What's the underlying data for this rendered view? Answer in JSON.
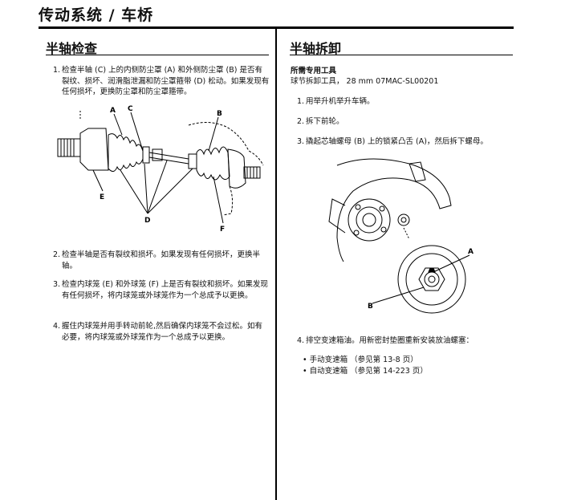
{
  "header": {
    "title": "传动系统 / 车桥"
  },
  "left": {
    "title": "半轴检查",
    "steps": [
      {
        "num": "1.",
        "text": "检查半轴 (C) 上的内侧防尘罩 (A) 和外侧防尘罩 (B) 是否有裂纹、损坏、润滑脂泄漏和防尘罩箍带 (D) 松动。如果发现有任何损坏，更换防尘罩和防尘罩箍带。"
      },
      {
        "num": "2.",
        "text": "检查半轴是否有裂纹和损坏。如果发现有任何损坏，更换半轴。"
      },
      {
        "num": "3.",
        "text": "检查内球笼 (E) 和外球笼 (F) 上是否有裂纹和损坏。如果发现有任何损坏，将内球笼或外球笼作为一个总成予以更换。"
      },
      {
        "num": "4.",
        "text": "握住内球笼并用手转动前轮,然后确保内球笼不会过松。如有必要，将内球笼或外球笼作为一个总成予以更换。"
      }
    ],
    "figure_labels": {
      "a": "A",
      "b": "B",
      "c": "C",
      "d": "D",
      "e": "E",
      "f": "F"
    }
  },
  "right": {
    "title": "半轴拆卸",
    "tools_heading": "所需专用工具",
    "tools_item": "球节拆卸工具， 28 mm 07MAC-SL00201",
    "steps": [
      {
        "num": "1.",
        "text": "用举升机举升车辆。"
      },
      {
        "num": "2.",
        "text": "拆下前轮。"
      },
      {
        "num": "3.",
        "text": "撬起芯轴螺母 (B) 上的锁紧凸舌 (A)，然后拆下螺母。"
      },
      {
        "num": "4.",
        "text": "排空变速箱油。用新密封垫圈重新安装放油螺塞："
      }
    ],
    "bullets": [
      "• 手动变速箱 （参见第 13-8 页）",
      "• 自动变速箱 （参见第 14-223 页）"
    ],
    "figure_labels": {
      "a": "A",
      "b": "B"
    }
  }
}
